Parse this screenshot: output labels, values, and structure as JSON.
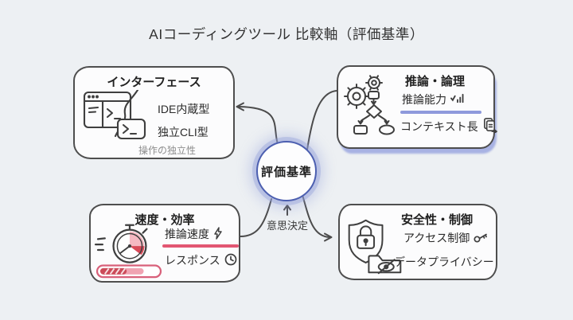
{
  "title": "AIコーディングツール 比較軸（評価基準）",
  "center": {
    "label": "評価基準",
    "annotation": "意思決定"
  },
  "boxes": {
    "interface": {
      "title": "インターフェース",
      "items": [
        "IDE内蔵型",
        "独立CLI型"
      ],
      "note": "操作の独立性"
    },
    "reasoning": {
      "title": "推論・論理",
      "items": [
        "推論能力",
        "コンテキスト長"
      ]
    },
    "speed": {
      "title": "速度・効率",
      "items": [
        "推論速度",
        "レスポンス"
      ]
    },
    "safety": {
      "title": "安全性・制御",
      "items": [
        "アクセス制御",
        "データプライバシー"
      ]
    }
  },
  "icons": {
    "interface": "ide-terminal-windows-icon",
    "reasoning": "gears-flowchart-icon",
    "reasoning_ability": "ascending-bars-icon",
    "context_length": "document-export-icon",
    "speed": "stopwatch-progress-icon",
    "inference_speed": "lightning-bolt-icon",
    "response": "clock-icon",
    "safety": "shield-lock-folder-icon",
    "access_control": "key-icon",
    "decision": "up-arrow-icon"
  },
  "colors": {
    "background": "#edf0f3",
    "box_fill": "#fcfcfd",
    "line_stroke": "#4b4b4b",
    "circle_border": "#4c5fb0",
    "circle_glow": "#93a0d9",
    "accent_blue_underline": "#8e99dc",
    "accent_blue_shadow": "#a9b4e0",
    "accent_red_underline": "#e25672",
    "stopwatch_red": "#d84a58",
    "stopwatch_pink": "#f5b8c1"
  }
}
